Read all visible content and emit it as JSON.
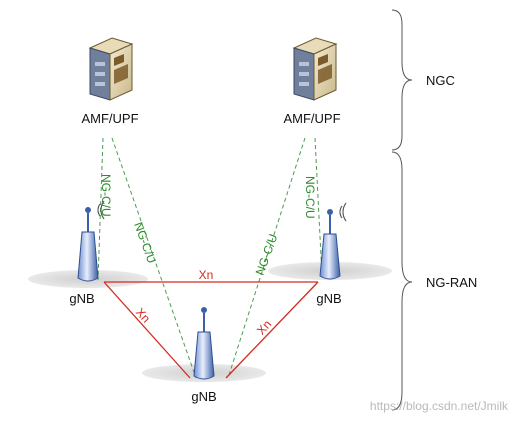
{
  "domains": {
    "core": "NGC",
    "ran": "NG-RAN"
  },
  "core_nodes": [
    {
      "label": "AMF/UPF"
    },
    {
      "label": "AMF/UPF"
    }
  ],
  "ran_nodes": [
    {
      "label": "gNB"
    },
    {
      "label": "gNB"
    },
    {
      "label": "gNB"
    }
  ],
  "links": {
    "ng_label": "NG-C/U",
    "xn_label": "Xn"
  },
  "colors": {
    "ng_interface": "#2e8b2e",
    "xn_interface": "#d42a1f",
    "antenna_blue": "#3b5fa8",
    "shadow_gray": "#d9d9d9"
  },
  "watermark": "https://blog.csdn.net/Jmilk"
}
